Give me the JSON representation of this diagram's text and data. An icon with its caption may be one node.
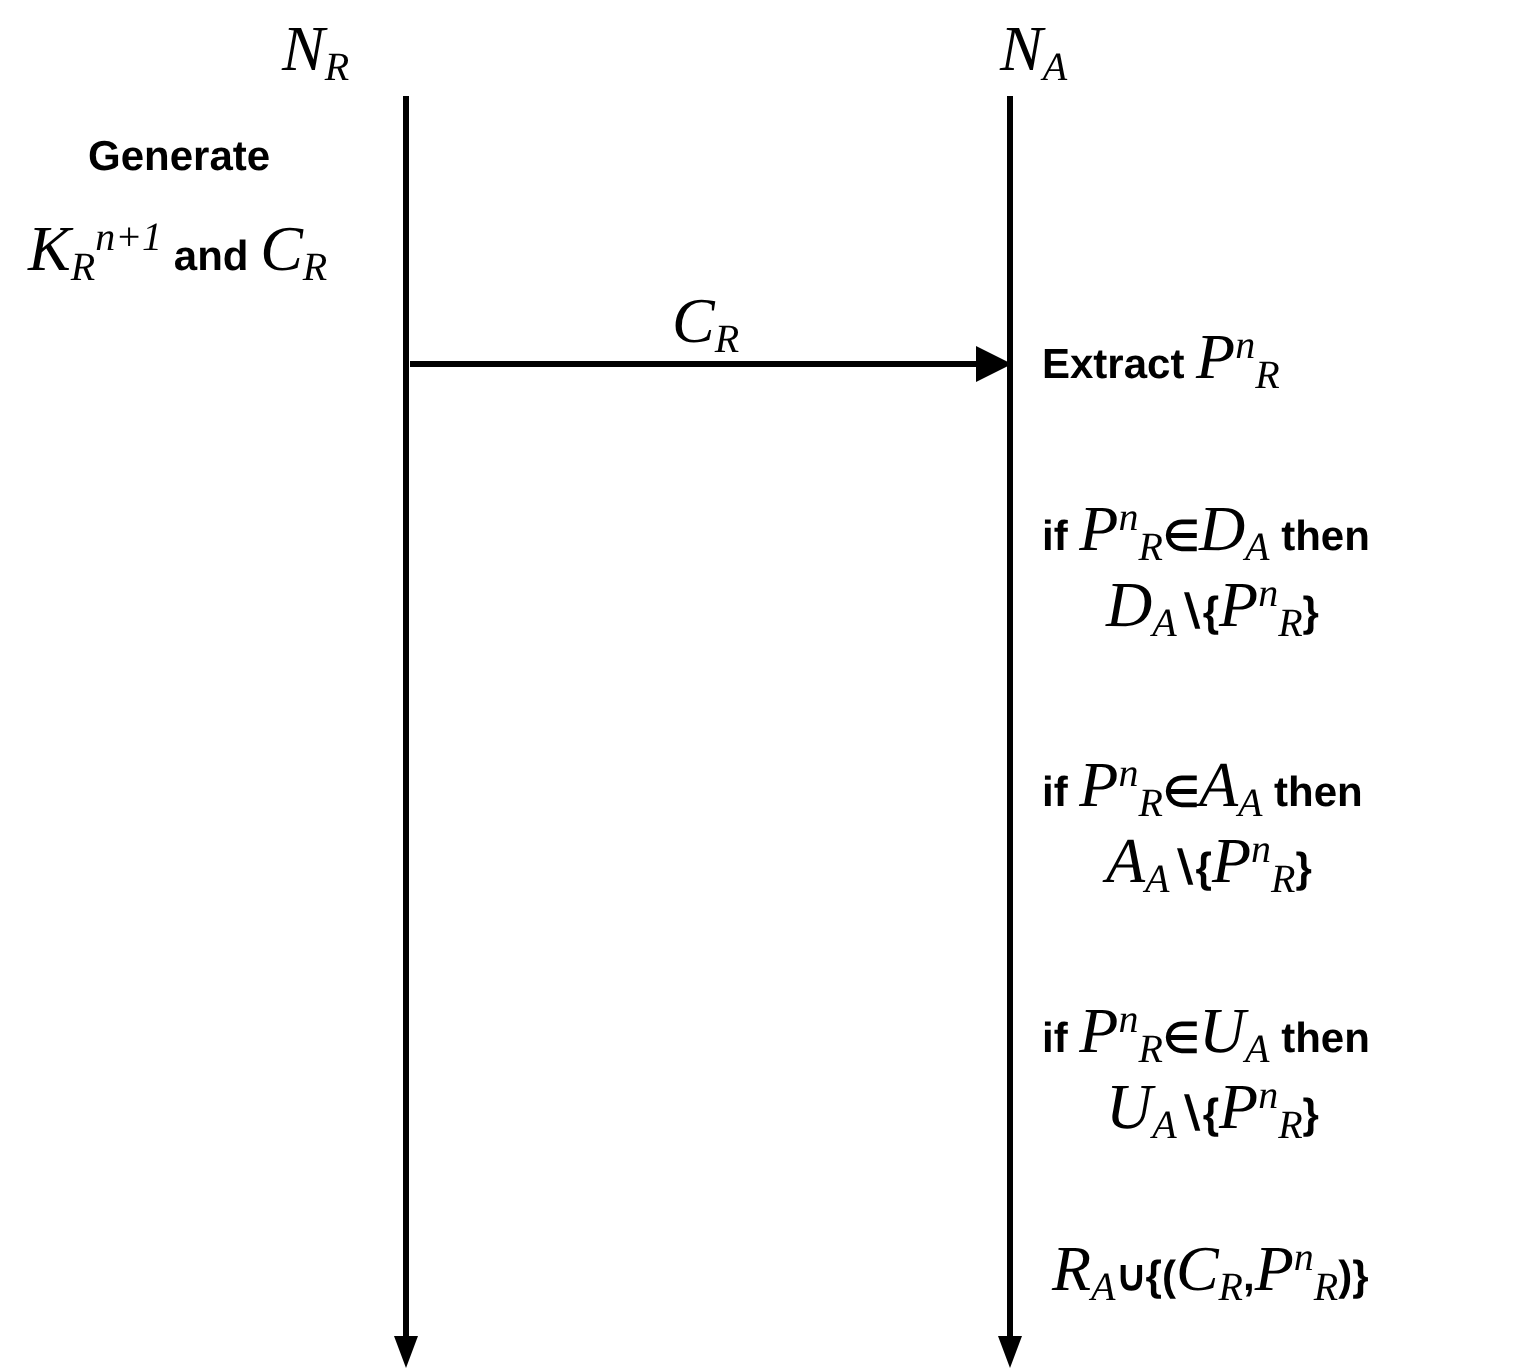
{
  "diagram": {
    "nodes": [
      {
        "text": [
          "*N*$_{R}$"
        ]
      },
      {
        "text": [
          "*N*$_{A}$"
        ]
      }
    ],
    "edges": [
      {
        "from": 0,
        "to": 1,
        "arrow": "to",
        "label": "*C*$_{R}$"
      }
    ],
    "labels": [
      "Generate",
      "*K*$_{R}$$^{n+1}$ and *C*$_{R}$",
      "Extract *P*$^{n}$$_{R}$",
      "if *P*$^{n}$$_{R}$∈*D*$_{A}$ then",
      "*D*$_{A}$∖{*P*$^{n}$$_{R}$}",
      "if *P*$^{n}$$_{R}$∈*A*$_{A}$ then",
      "*A*$_{A}$∖{*P*$^{n}$$_{R}$}",
      "if *P*$^{n}$$_{R}$∈*U*$_{A}$ then",
      "*U*$_{A}$∖{*P*$^{n}$$_{R}$}",
      "*R*$_{A}$∪{(*C*$_{R}$,*P*$^{n}$$_{R}$)}"
    ]
  }
}
